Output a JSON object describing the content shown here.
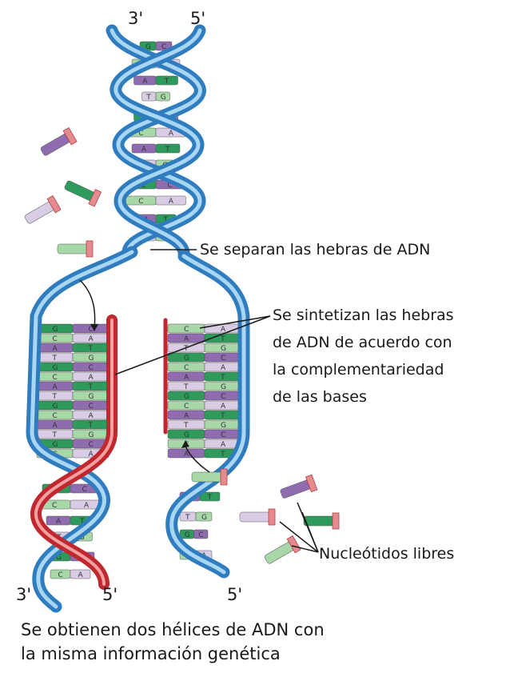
{
  "labels": {
    "top_3": "3'",
    "top_5": "5'",
    "bottom_left_3": "3'",
    "bottom_left_5": "5'",
    "bottom_right_5": "5'"
  },
  "annotations": {
    "separate": "Se separan las hebras de ADN",
    "synthesize_1": "Se sintetizan las hebras",
    "synthesize_2": "de ADN de acuerdo con",
    "synthesize_3": "la complementariedad",
    "synthesize_4": "de las bases",
    "free_nucleotides": "Nucleótidos libres"
  },
  "caption": {
    "line1": "Se obtienen dos hélices de ADN con",
    "line2": "la misma información genética"
  },
  "colors": {
    "backbone_blue": "#3f8fcf",
    "backbone_light": "#8cc3ea",
    "new_strand_red": "#d8323a",
    "base_green": "#2e9b5c",
    "base_light_green": "#a9d8a8",
    "base_purple": "#8f6bb0",
    "base_lavender": "#d9cde6",
    "base_pink": "#e58a8f"
  }
}
